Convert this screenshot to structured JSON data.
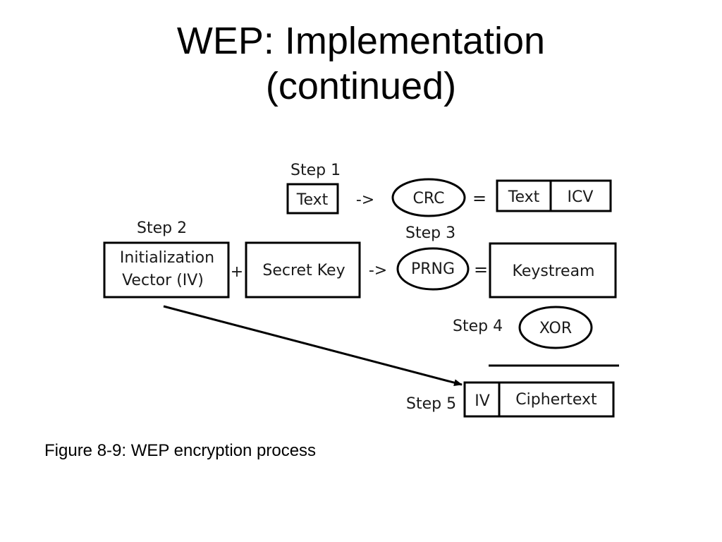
{
  "slide": {
    "title_line1": "WEP: Implementation",
    "title_line2": "(continued)",
    "caption": "Figure 8-9: WEP encryption process"
  },
  "diagram": {
    "step1": {
      "label": "Step 1",
      "input": "Text",
      "arrow": "->",
      "operation": "CRC",
      "equals": "=",
      "output_left": "Text",
      "output_right": "ICV"
    },
    "step2": {
      "label": "Step 2",
      "iv_line1": "Initialization",
      "iv_line2": "Vector (IV)",
      "plus": "+",
      "key": "Secret Key",
      "arrow": "->"
    },
    "step3": {
      "label": "Step 3",
      "operation": "PRNG",
      "equals": "=",
      "output": "Keystream"
    },
    "step4": {
      "label": "Step 4",
      "operation": "XOR"
    },
    "step5": {
      "label": "Step 5",
      "output_left": "IV",
      "output_right": "Ciphertext"
    }
  }
}
